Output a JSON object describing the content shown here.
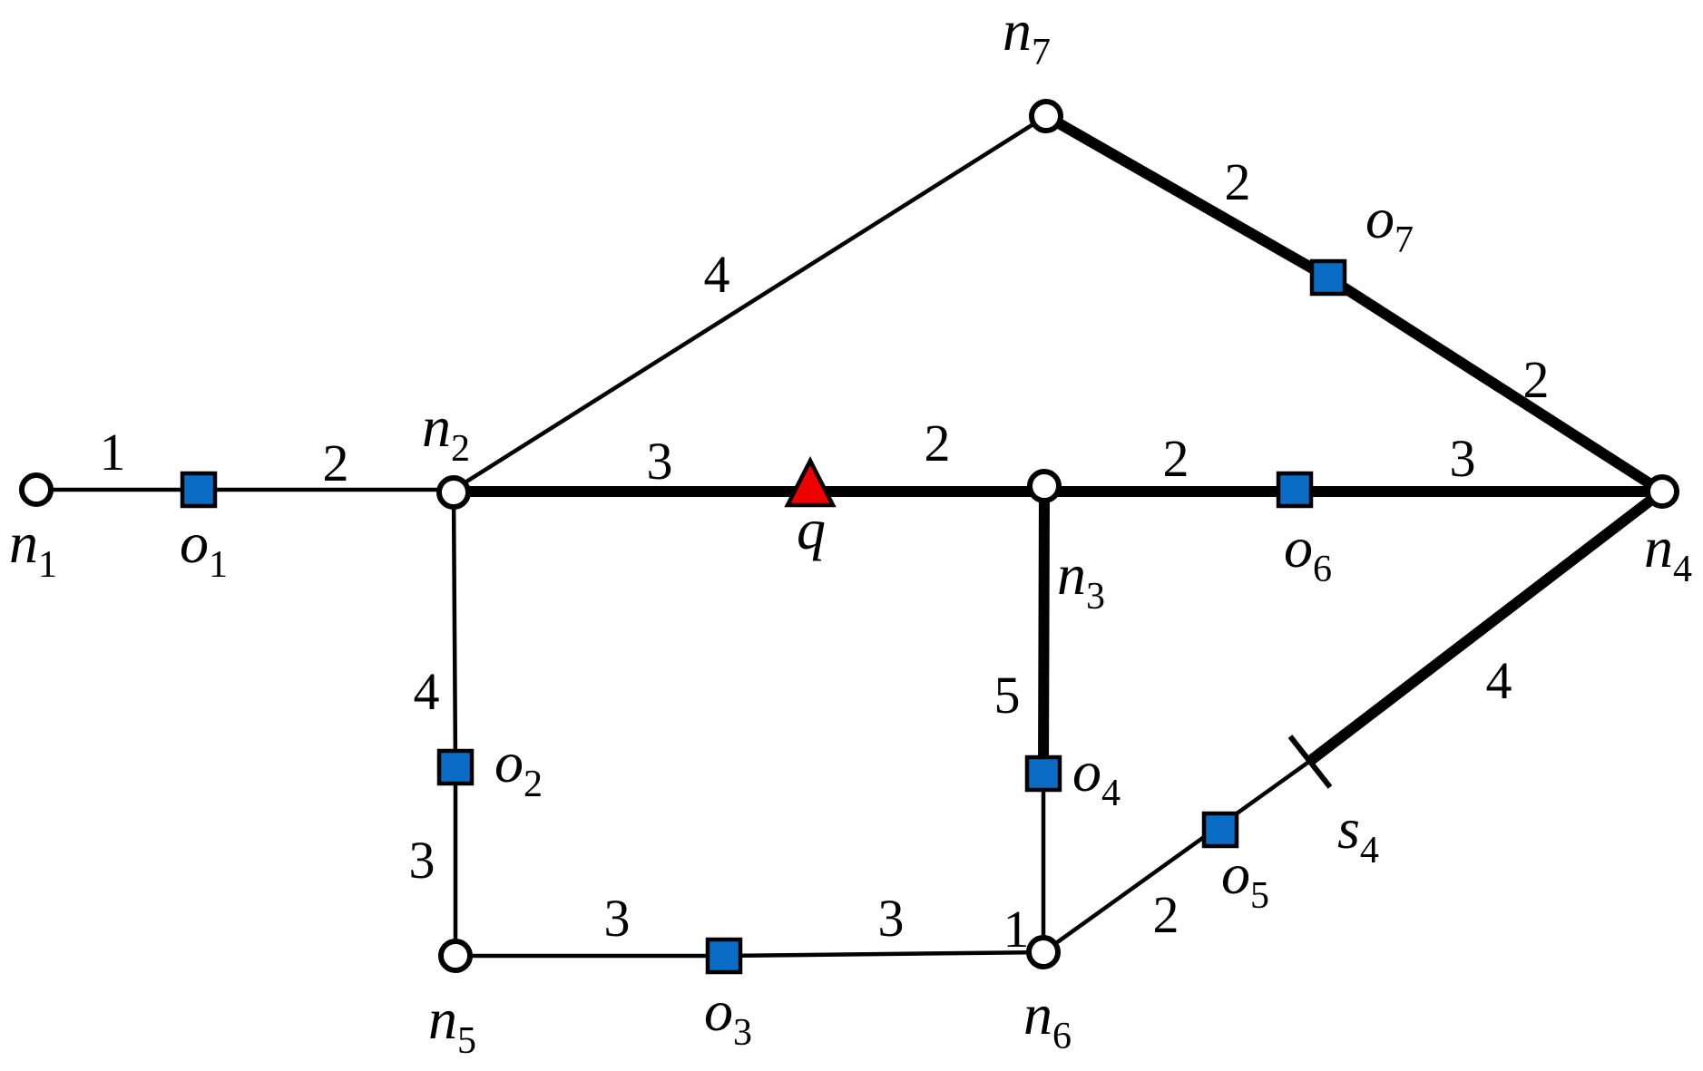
{
  "nodes": [
    {
      "id": "n1",
      "letter": "n",
      "sub": "1"
    },
    {
      "id": "n2",
      "letter": "n",
      "sub": "2"
    },
    {
      "id": "n3",
      "letter": "n",
      "sub": "3"
    },
    {
      "id": "n4",
      "letter": "n",
      "sub": "4"
    },
    {
      "id": "n5",
      "letter": "n",
      "sub": "5"
    },
    {
      "id": "n6",
      "letter": "n",
      "sub": "6"
    },
    {
      "id": "n7",
      "letter": "n",
      "sub": "7"
    }
  ],
  "objects": [
    {
      "id": "o1",
      "letter": "o",
      "sub": "1"
    },
    {
      "id": "o2",
      "letter": "o",
      "sub": "2"
    },
    {
      "id": "o3",
      "letter": "o",
      "sub": "3"
    },
    {
      "id": "o4",
      "letter": "o",
      "sub": "4"
    },
    {
      "id": "o5",
      "letter": "o",
      "sub": "5"
    },
    {
      "id": "o6",
      "letter": "o",
      "sub": "6"
    },
    {
      "id": "o7",
      "letter": "o",
      "sub": "7"
    }
  ],
  "query": {
    "letter": "q"
  },
  "split_point": {
    "letter": "s",
    "sub": "4"
  },
  "edge_weights": {
    "n1_o1": "1",
    "o1_n2": "2",
    "n2_q": "3",
    "q_n3": "2",
    "n3_o6": "2",
    "o6_n4": "3",
    "n2_n7": "4",
    "n7_o7": "2",
    "o7_n4": "2",
    "n2_o2": "4",
    "o2_n5": "3",
    "n5_o3": "3",
    "o3_n6": "3",
    "n3_o4": "5",
    "o4_n6": "1",
    "n6_o5": "2",
    "s4_n4": "4"
  },
  "colors": {
    "object_fill": "#0a6cc4",
    "query_fill": "#ee0000",
    "node_fill": "#ffffff",
    "line": "#000000"
  }
}
